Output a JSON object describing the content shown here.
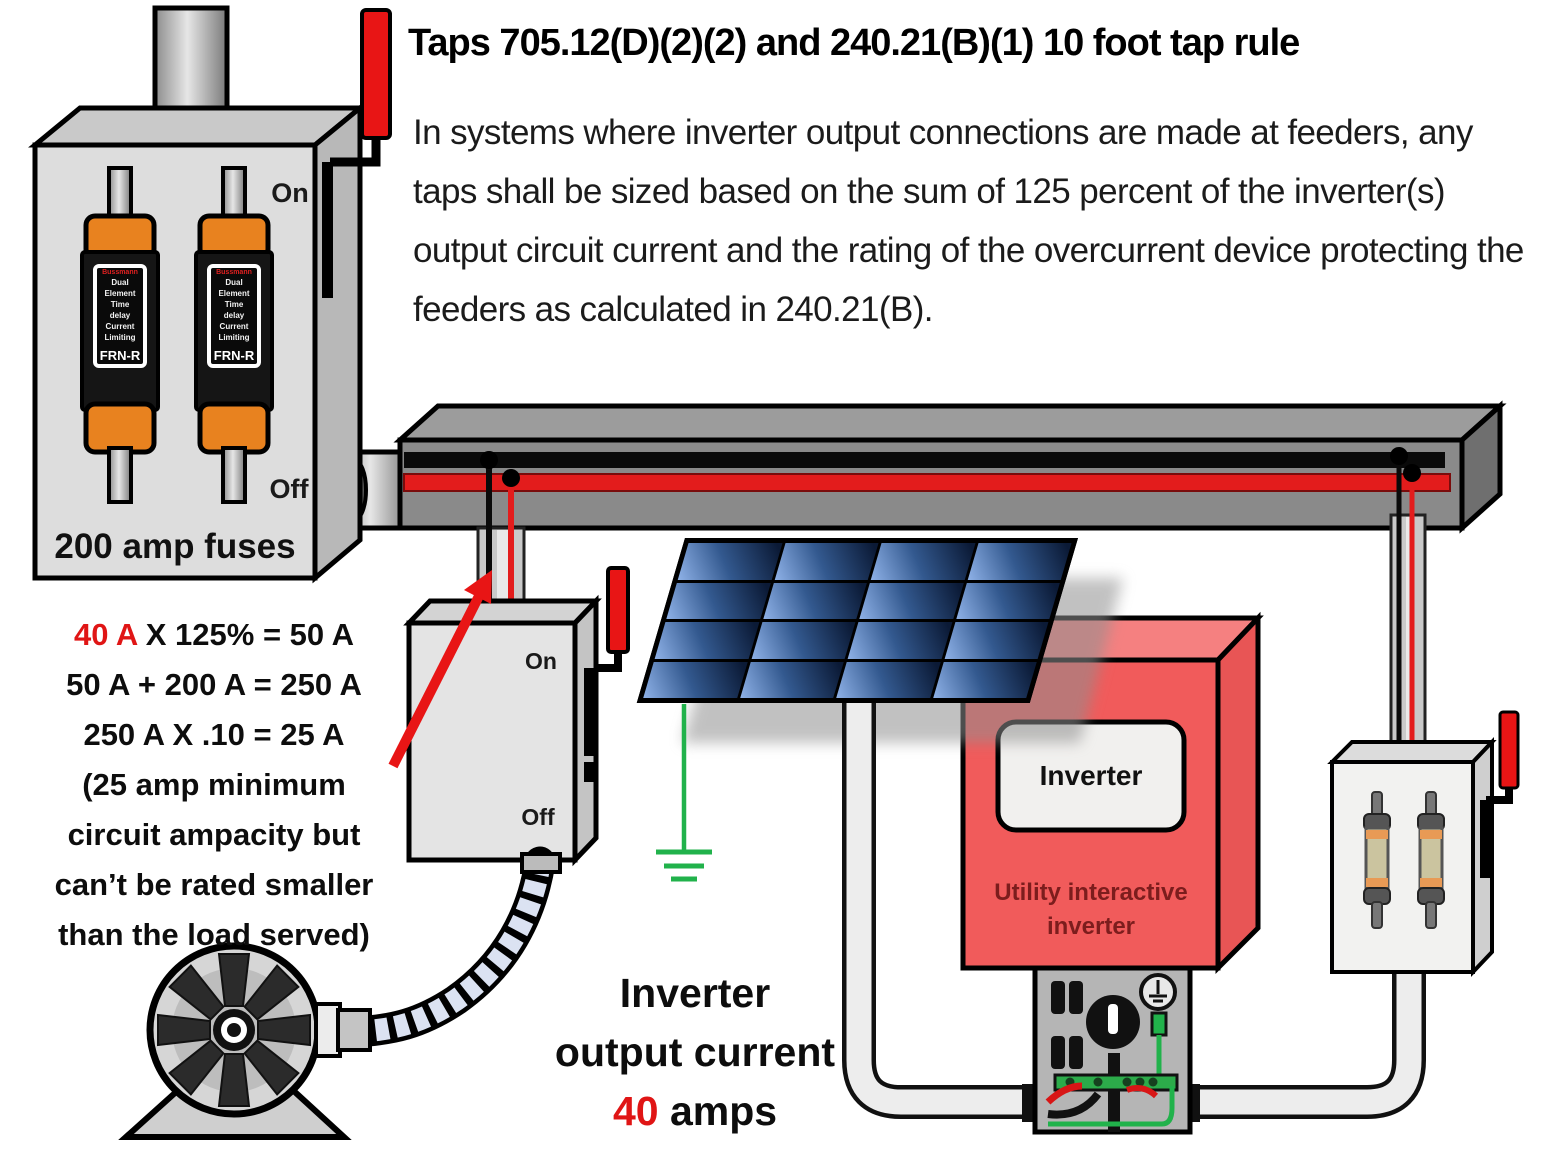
{
  "title": "Taps 705.12(D)(2)(2) and 240.21(B)(1) 10 foot tap rule",
  "description": "In systems where inverter output connections are made at feeders, any taps shall be sized based on the sum of 125 percent of the inverter(s) output circuit current and the rating of the overcurrent device protecting the feeders as calculated in 240.21(B).",
  "main_disconnect": {
    "on_label": "On",
    "off_label": "Off",
    "caption": "200 amp fuses",
    "fuse": {
      "brand": "Bussmann",
      "lines": [
        "Dual",
        "Element",
        "Time",
        "delay",
        "Current",
        "Limiting"
      ],
      "model": "FRN-R"
    }
  },
  "calculation": {
    "l1_red": "40 A",
    "l1_rest": " X 125% = 50 A",
    "l2": "50 A + 200 A = 250 A",
    "l3": "250 A X .10 = 25 A",
    "l4": "(25 amp minimum",
    "l5": "circuit ampacity but",
    "l6": "can’t be rated smaller",
    "l7": "than the load served)"
  },
  "tap_disconnect": {
    "on_label": "On",
    "off_label": "Off"
  },
  "inverter": {
    "label": "Inverter",
    "type_line1": "Utility interactive",
    "type_line2": "inverter"
  },
  "output_note": {
    "line1": "Inverter",
    "line2": "output current",
    "amps_value": "40",
    "amps_unit": " amps"
  },
  "colors": {
    "handle_red": "#e81515",
    "wire_red": "#e31c1c",
    "ground_green": "#21b24b",
    "inverter_red": "#f15b5b",
    "fuse_orange": "#e8821f",
    "panel_blue": "#33598f",
    "busbar_gray": "#8a8a8a"
  }
}
